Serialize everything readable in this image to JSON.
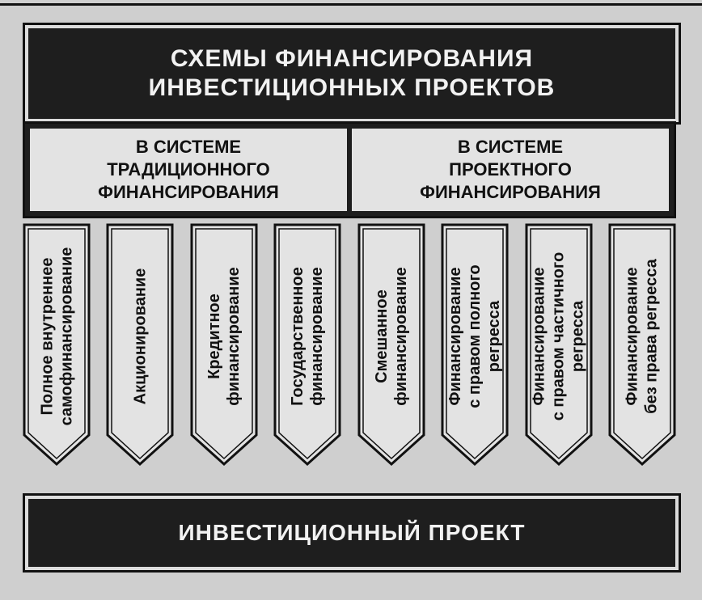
{
  "header": {
    "title_line1": "СХЕМЫ ФИНАНСИРОВАНИЯ",
    "title_line2": "ИНВЕСТИЦИОННЫХ ПРОЕКТОВ"
  },
  "systems": [
    {
      "line1": "В СИСТЕМЕ",
      "line2": "ТРАДИЦИОННОГО",
      "line3": "ФИНАНСИРОВАНИЯ"
    },
    {
      "line1": "В СИСТЕМЕ",
      "line2": "ПРОЕКТНОГО",
      "line3": "ФИНАНСИРОВАНИЯ"
    }
  ],
  "schemes": [
    {
      "lines": [
        "Полное внутреннее",
        "самофинансирование"
      ]
    },
    {
      "lines": [
        "Акционирование"
      ]
    },
    {
      "lines": [
        "Кредитное",
        "финансирование"
      ]
    },
    {
      "lines": [
        "Государственное",
        "финансирование"
      ]
    },
    {
      "lines": [
        "Смешанное",
        "финансирование"
      ]
    },
    {
      "lines": [
        "Финансирование",
        "с правом полного",
        "регресса"
      ]
    },
    {
      "lines": [
        "Финансирование",
        "с правом частичного",
        "регресса"
      ]
    },
    {
      "lines": [
        "Финансирование",
        "без права регресса"
      ]
    }
  ],
  "footer": {
    "title": "ИНВЕСТИЦИОННЫЙ ПРОЕКТ"
  }
}
